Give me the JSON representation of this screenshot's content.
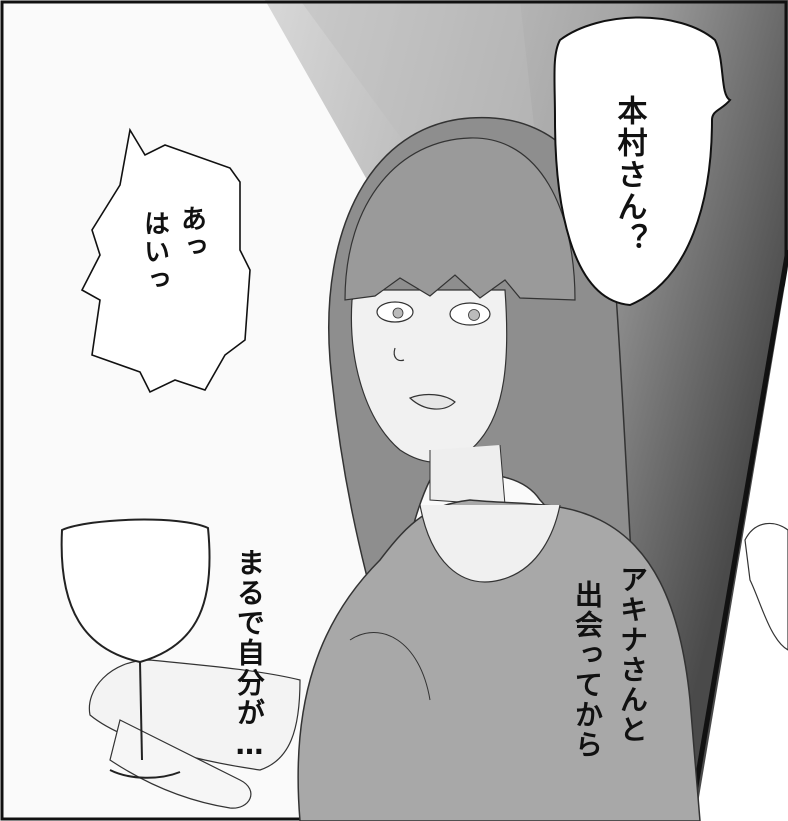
{
  "bubbles": {
    "top_right": "本村さん？",
    "left_line1": "あっ",
    "left_line2": "はいっ"
  },
  "narration": {
    "center_line1": "アキナさんと",
    "center_line2": "出会ってから",
    "lower_left": "まるで自分が…"
  },
  "colors": {
    "background_light": "#f2f2f2",
    "shade_gray": "#a9a9a9",
    "hair_gray": "#8e8e8e",
    "top_right_dark": "#4a4a4a",
    "line": "#222222"
  }
}
